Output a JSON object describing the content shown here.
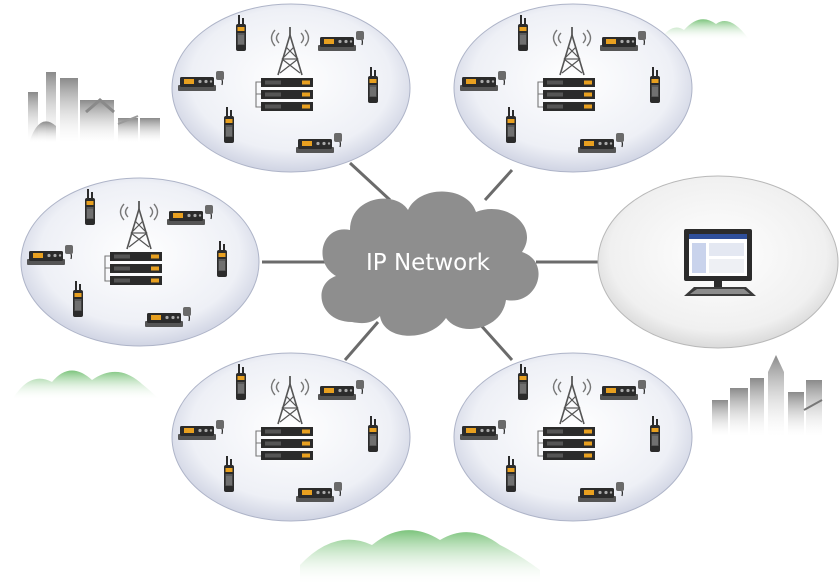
{
  "cloud": {
    "label": "IP Network"
  },
  "colors": {
    "link": "#6b6b6b",
    "cloud": "#8e8e8e",
    "site_fill_center": "#ffffff",
    "site_fill_edge": "#c4c9dc",
    "console_fill_edge": "#d4d4d4",
    "hill": "#8fd08f",
    "building": "#9a9a9a",
    "device_body": "#2b2b2b",
    "device_accent": "#e8a020",
    "screen": "#2f4f9a"
  },
  "sites": [
    {
      "id": "site-top-left",
      "type": "radio-site"
    },
    {
      "id": "site-top-right",
      "type": "radio-site"
    },
    {
      "id": "site-middle-left",
      "type": "radio-site"
    },
    {
      "id": "site-bottom-left",
      "type": "radio-site"
    },
    {
      "id": "site-bottom-right",
      "type": "radio-site"
    },
    {
      "id": "site-console",
      "type": "dispatch-console"
    }
  ],
  "decor": {
    "hills": [
      "hills-top-right",
      "hills-middle-left",
      "hills-bottom-center"
    ],
    "buildings": [
      "factory-top-left",
      "city-bottom-right"
    ]
  }
}
